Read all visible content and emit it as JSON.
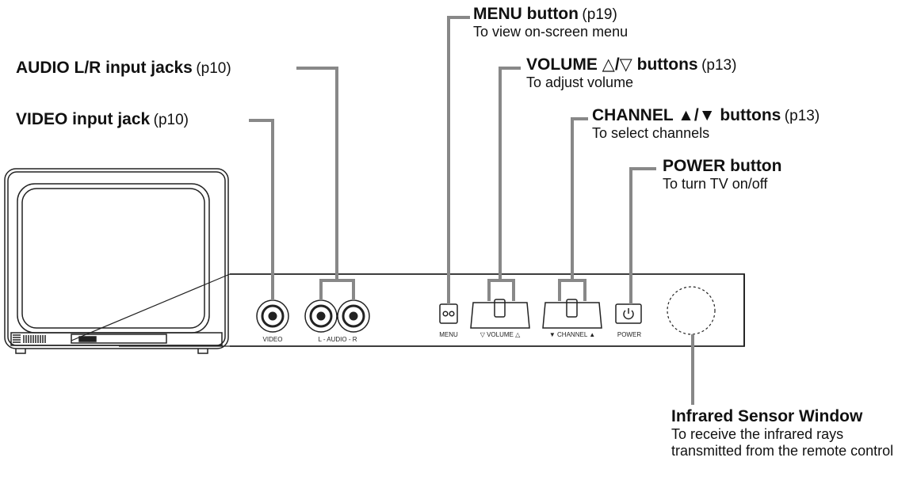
{
  "labels": {
    "menu": {
      "title": "MENU button",
      "page": "(p19)",
      "desc": "To view on-screen menu"
    },
    "volume": {
      "title": "VOLUME △/▽ buttons",
      "page": "(p13)",
      "desc": "To adjust volume"
    },
    "channel": {
      "title": "CHANNEL ▲/▼ buttons",
      "page": "(p13)",
      "desc": "To select channels"
    },
    "power": {
      "title": "POWER button",
      "desc": "To turn TV on/off"
    },
    "audio": {
      "title": "AUDIO L/R input jacks",
      "page": "(p10)"
    },
    "video": {
      "title": "VIDEO input jack",
      "page": "(p10)"
    },
    "infrared": {
      "title": "Infrared Sensor Window",
      "desc": "To receive the infrared rays transmitted from the remote control"
    }
  },
  "panel": {
    "video": "VIDEO",
    "audio": "L - AUDIO - R",
    "menu": "MENU",
    "volume": "▽  VOLUME  △",
    "channel": "▼  CHANNEL ▲",
    "power": "POWER"
  },
  "colors": {
    "leader": "#888888",
    "outline": "#222222"
  }
}
